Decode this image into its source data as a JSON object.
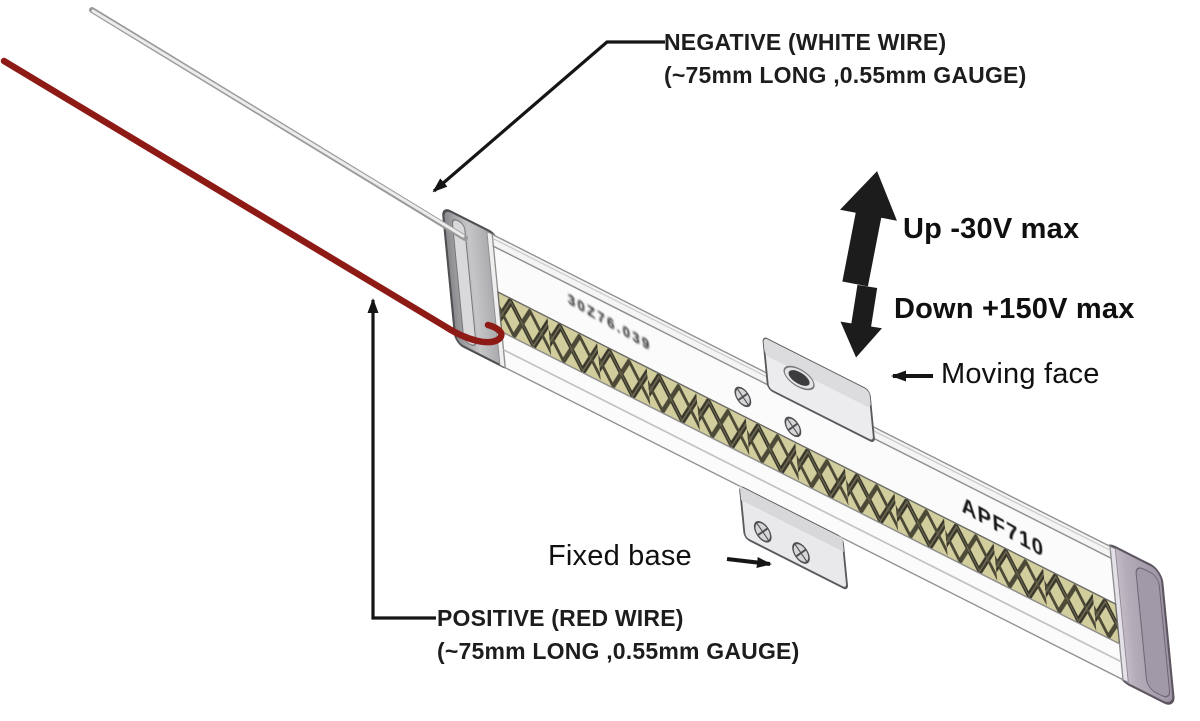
{
  "annotations": {
    "negative": {
      "line1": "NEGATIVE (WHITE WIRE)",
      "line2": "(~75mm LONG ,0.55mm GAUGE)"
    },
    "positive": {
      "line1": "POSITIVE (RED WIRE)",
      "line2": "(~75mm LONG ,0.55mm GAUGE)"
    },
    "up_voltage": "Up -30V max",
    "down_voltage": "Down +150V max",
    "moving_face": "Moving face",
    "fixed_base": "Fixed base"
  },
  "device": {
    "model": "APF710",
    "marking": "30Z76.039"
  },
  "colors": {
    "red_wire": "#8e1a16",
    "white_wire_outline": "#9a9a9a",
    "white_wire_core": "#ececec",
    "leader_black": "#151515",
    "block_arrow": "#1c1c1c",
    "flexure_fill": "#d2cd9d",
    "flexure_line": "#38362b",
    "rail_white": "#fbfbfb",
    "left_cap": "#aeaeb2",
    "right_cap": "#aca4b0"
  }
}
